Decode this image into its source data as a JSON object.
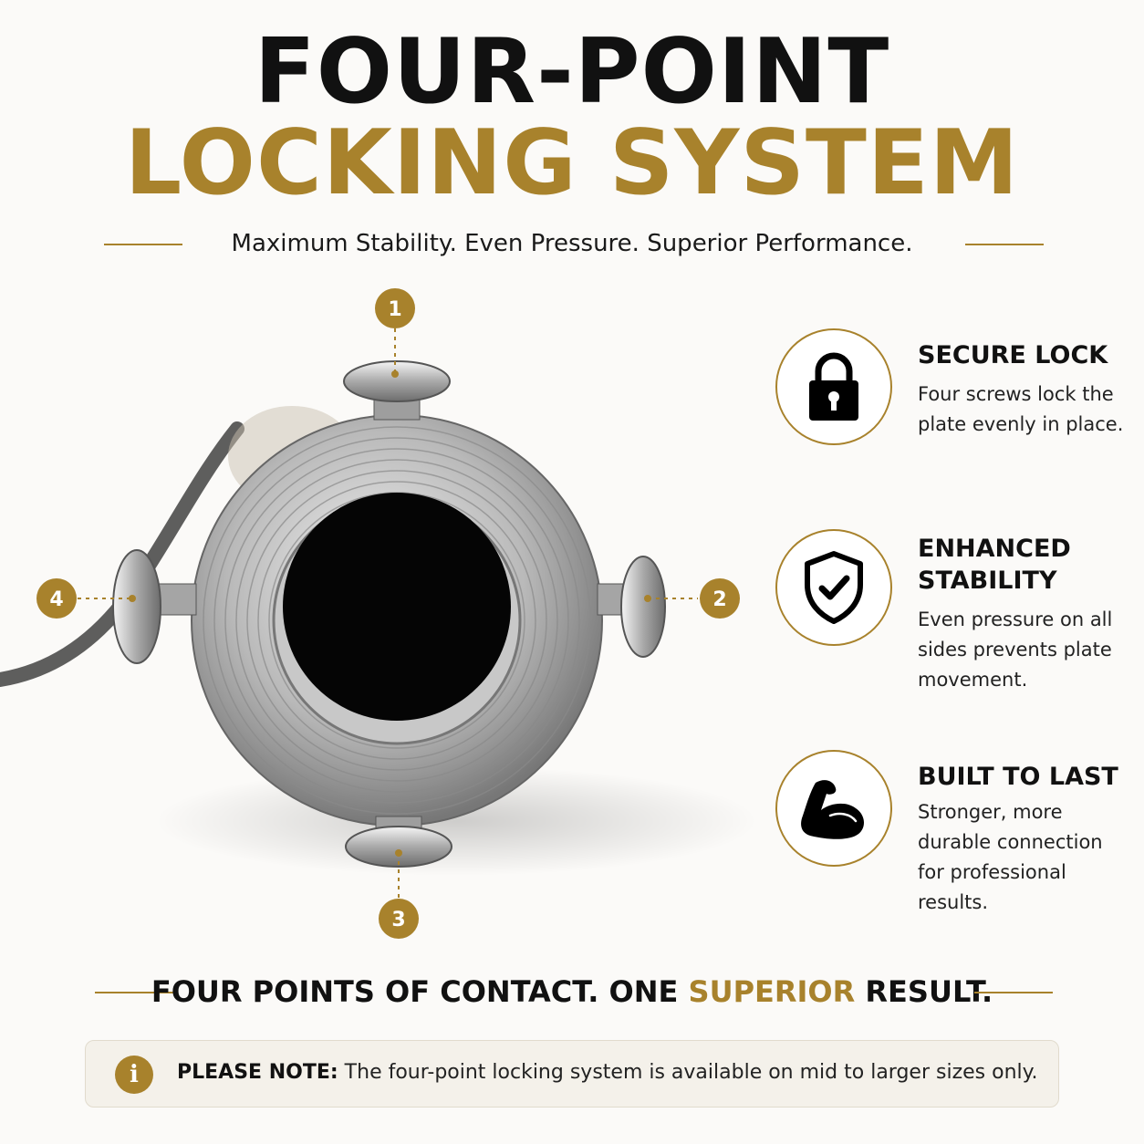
{
  "header": {
    "title_line1": "FOUR-POINT",
    "title_line2": "LOCKING SYSTEM",
    "subtitle": "Maximum Stability. Even Pressure. Superior Performance."
  },
  "callouts": [
    "1",
    "2",
    "3",
    "4"
  ],
  "features": [
    {
      "icon": "padlock-icon",
      "title": "SECURE LOCK",
      "description": "Four screws lock the plate evenly in place."
    },
    {
      "icon": "shield-check-icon",
      "title_line1": "ENHANCED",
      "title_line2": "STABILITY",
      "description": "Even pressure on all sides prevents plate movement."
    },
    {
      "icon": "flexed-arm-icon",
      "title": "BUILT TO LAST",
      "description": "Stronger, more durable connection for professional results."
    }
  ],
  "tagline": {
    "part1": "FOUR POINTS OF CONTACT. ONE ",
    "highlight": "SUPERIOR",
    "part2": " RESULT."
  },
  "note": {
    "icon": "info-icon",
    "icon_glyph": "i",
    "label": "PLEASE NOTE:",
    "text": " The four-point locking system is available on mid to larger sizes only."
  },
  "colors": {
    "accent_gold": "#a8822c",
    "text_dark": "#111111",
    "background": "#fbfaf8"
  }
}
